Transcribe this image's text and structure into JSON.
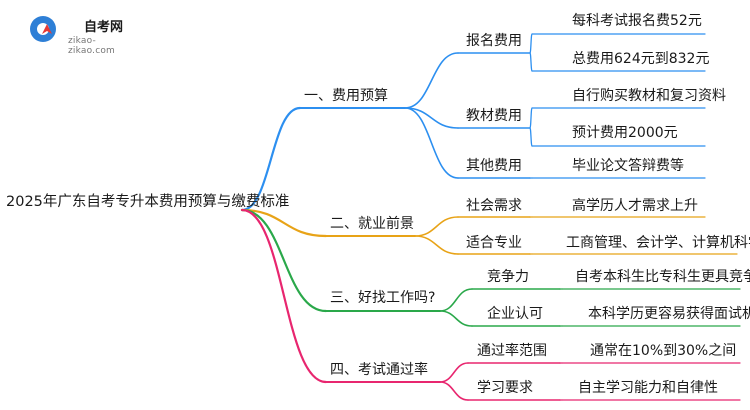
{
  "logo": {
    "title": "自考网",
    "url": "zikao-zikao.com",
    "mark_icon": "pen-nib-icon"
  },
  "root": {
    "label": "2025年广东自考专升本费用预算与缴费标准"
  },
  "branches": [
    {
      "label": "一、费用预算",
      "color": "#2c8ff0",
      "children": [
        {
          "label": "报名费用",
          "leaves": [
            "每科考试报名费52元",
            "总费用624元到832元"
          ]
        },
        {
          "label": "教材费用",
          "leaves": [
            "自行购买教材和复习资料",
            "预计费用2000元"
          ]
        },
        {
          "label": "其他费用",
          "leaves": [
            "毕业论文答辩费等"
          ]
        }
      ]
    },
    {
      "label": "二、就业前景",
      "color": "#e8a317",
      "children": [
        {
          "label": "社会需求",
          "leaves": [
            "高学历人才需求上升"
          ]
        },
        {
          "label": "适合专业",
          "leaves": [
            "工商管理、会计学、计算机科学"
          ]
        }
      ]
    },
    {
      "label": "三、好找工作吗?",
      "color": "#2aa84a",
      "children": [
        {
          "label": "竞争力",
          "leaves": [
            "自考本科生比专科生更具竞争力"
          ]
        },
        {
          "label": "企业认可",
          "leaves": [
            "本科学历更容易获得面试机会"
          ]
        }
      ]
    },
    {
      "label": "四、考试通过率",
      "color": "#e8266f",
      "children": [
        {
          "label": "通过率范围",
          "leaves": [
            "通常在10%到30%之间"
          ]
        },
        {
          "label": "学习要求",
          "leaves": [
            "自主学习能力和自律性"
          ]
        }
      ]
    }
  ]
}
